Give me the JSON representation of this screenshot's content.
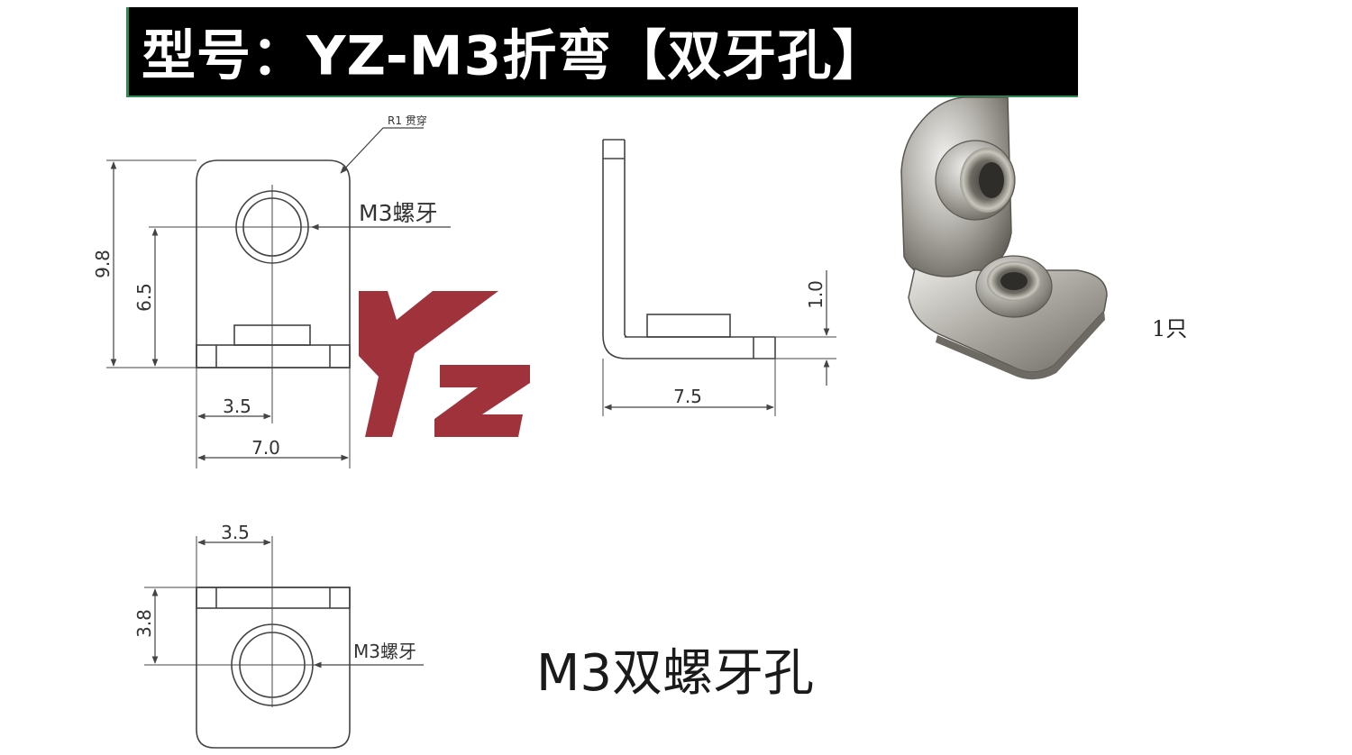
{
  "header": {
    "title": "型号：YZ-M3折弯【双牙孔】"
  },
  "front_view": {
    "fillet_note": "R1 贯穿",
    "thread_label": "M3螺牙",
    "dim_height_total": "9.8",
    "dim_height_hole": "6.5",
    "dim_hole_offset": "3.5",
    "dim_width": "7.0"
  },
  "side_view": {
    "dim_thickness": "1.0",
    "dim_length": "7.5"
  },
  "bottom_view": {
    "dim_hole_offset": "3.5",
    "dim_hole_distance": "3.8",
    "thread_label": "M3螺牙"
  },
  "logo": {
    "text": "YZ",
    "color": "#a0323c"
  },
  "photo": {
    "quantity_label": "1只"
  },
  "caption": {
    "text": "M3双螺牙孔"
  },
  "colors": {
    "title_bg": "#000000",
    "title_border": "#2e8b57",
    "line": "#444444"
  }
}
